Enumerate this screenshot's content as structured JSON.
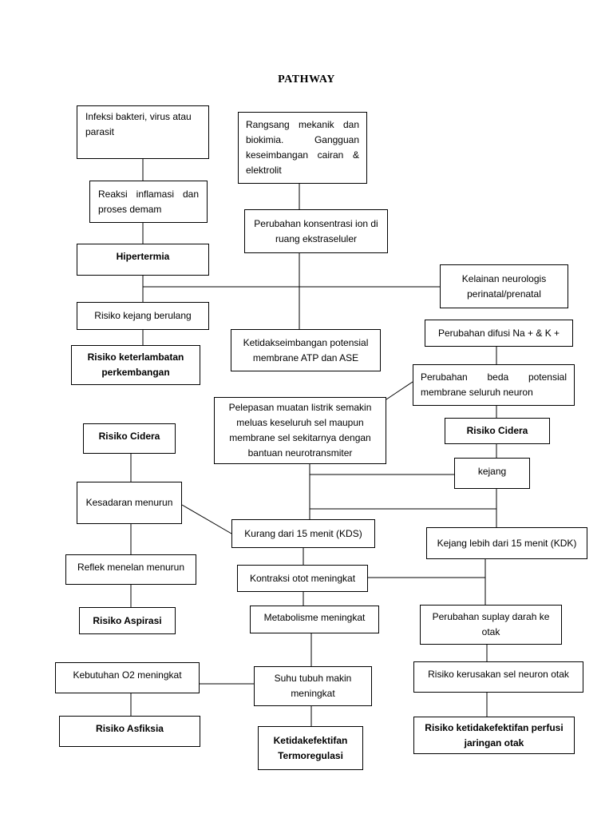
{
  "title": "PATHWAY",
  "boxes": {
    "infeksi": "Infeksi bakteri, virus atau parasit",
    "rangsang": "Rangsang mekanik dan biokimia. Gangguan keseimbangan cairan & elektrolit",
    "reaksi": "Reaksi inflamasi dan proses demam",
    "perubahan_ion": "Perubahan konsentrasi ion di ruang ekstraseluler",
    "hipertermia": "Hipertermia",
    "kelainan": "Kelainan neurologis perinatal/prenatal",
    "risiko_kejang": "Risiko kejang berulang",
    "ketidakseimbangan": "Ketidakseimbangan potensial membrane ATP dan ASE",
    "difusi": "Perubahan difusi Na + & K +",
    "keterlambatan": "Risiko keterlambatan perkembangan",
    "beda_potensial": "Perubahan beda potensial membrane seluruh neuron",
    "pelepasan": "Pelepasan muatan listrik semakin meluas keseluruh sel maupun membrane sel sekitarnya dengan bantuan neurotransmiter",
    "risiko_cidera_left": "Risiko Cidera",
    "risiko_cidera_right": "Risiko Cidera",
    "kesadaran": "Kesadaran menurun",
    "kejang": "kejang",
    "kds": "Kurang dari 15 menit (KDS)",
    "kdk": "Kejang lebih dari 15 menit (KDK)",
    "reflek": "Reflek menelan menurun",
    "kontraksi": "Kontraksi otot meningkat",
    "aspirasi": "Risiko Aspirasi",
    "metabolisme": "Metabolisme meningkat",
    "suplay": "Perubahan suplay darah ke otak",
    "kebutuhan_o2": "Kebutuhan O2 meningkat",
    "suhu": "Suhu tubuh makin meningkat",
    "kerusakan": "Risiko kerusakan sel neuron otak",
    "asfiksia": "Risiko Asfiksia",
    "termoregulasi": "Ketidakefektifan Termoregulasi",
    "perfusi": "Risiko ketidakefektifan perfusi jaringan otak"
  }
}
